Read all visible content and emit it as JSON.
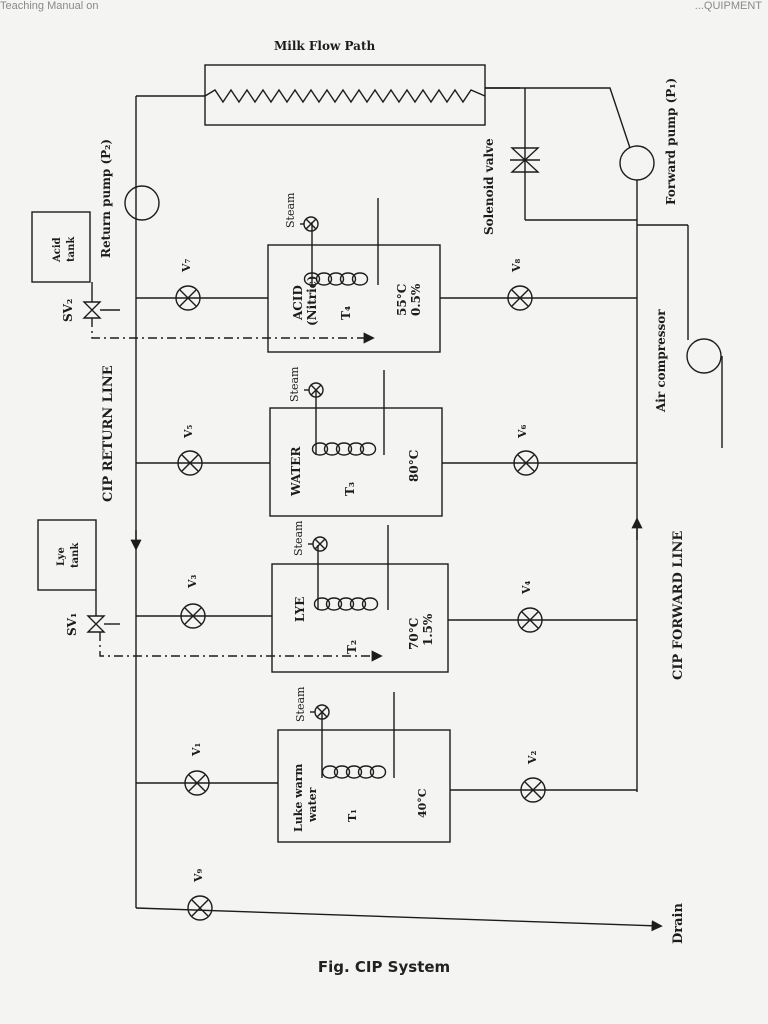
{
  "header": {
    "left": "Teaching Manual on",
    "right": "...QUIPMENT"
  },
  "caption": "Fig. CIP System",
  "labels": {
    "milk_flow_path": "Milk Flow Path",
    "forward_pump": "Forward pump (P₁)",
    "return_pump": "Return pump (P₂)",
    "solenoid_valve": "Solenoid valve",
    "air_compressor": "Air compressor",
    "cip_return_line": "CIP RETURN LINE",
    "cip_forward_line": "CIP FORWARD LINE",
    "drain": "Drain"
  },
  "tanks": [
    {
      "lines": [
        "Luke warm",
        "water"
      ],
      "tag": "T₁",
      "temp": "40°C",
      "conc": ""
    },
    {
      "lines": [
        "LYE"
      ],
      "tag": "T₂",
      "temp": "70°C",
      "conc": "1.5%"
    },
    {
      "lines": [
        "WATER"
      ],
      "tag": "T₃",
      "temp": "80°C",
      "conc": ""
    },
    {
      "lines": [
        "ACID",
        "(Nitric)"
      ],
      "tag": "T₄",
      "temp": "55°C",
      "conc": "0.5%"
    }
  ],
  "steam_label": "Steam",
  "dose_tanks": [
    {
      "lines": [
        "Lye",
        "tank"
      ],
      "valve": "SV₁"
    },
    {
      "lines": [
        "Acid",
        "tank"
      ],
      "valve": "SV₂"
    }
  ],
  "valves": {
    "v1": "V₁",
    "v2": "V₂",
    "v3": "V₃",
    "v4": "V₄",
    "v5": "V₅",
    "v6": "V₆",
    "v7": "V₇",
    "v8": "V₈",
    "v9": "V₉"
  }
}
